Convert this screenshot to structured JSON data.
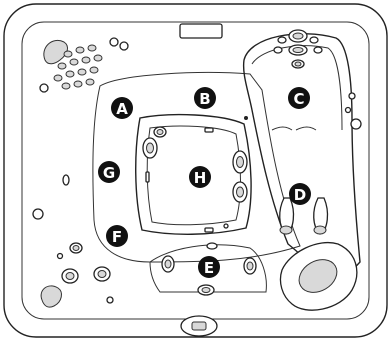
{
  "zones": [
    {
      "id": "A",
      "label": "A"
    },
    {
      "id": "B",
      "label": "B"
    },
    {
      "id": "C",
      "label": "C"
    },
    {
      "id": "D",
      "label": "D"
    },
    {
      "id": "E",
      "label": "E"
    },
    {
      "id": "F",
      "label": "F"
    },
    {
      "id": "G",
      "label": "G"
    },
    {
      "id": "H",
      "label": "H"
    }
  ],
  "colors": {
    "badge_fill": "#111111",
    "badge_text": "#ffffff",
    "outline": "#222222",
    "recess_shade": "#d9d9d9"
  }
}
